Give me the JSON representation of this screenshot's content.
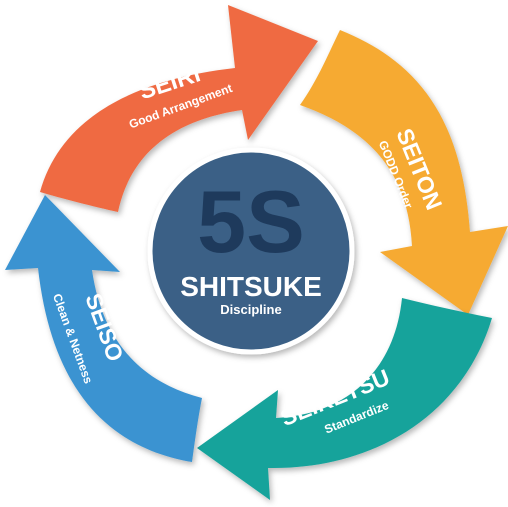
{
  "center": {
    "big_text": "5S",
    "title": "SHITSUKE",
    "subtitle": "Discipline",
    "color": "#3a6186",
    "big_text_color": "#1e3a5c"
  },
  "segments": [
    {
      "id": "seiri",
      "title": "SEIRI",
      "subtitle": "Good Arrangement",
      "color": "#ef6b42"
    },
    {
      "id": "seiton",
      "title": "SEITON",
      "subtitle": "GODD Order",
      "color": "#f6aa32"
    },
    {
      "id": "seiketsu",
      "title": "SEIKETSU",
      "subtitle": "Standardize",
      "color": "#17a39b"
    },
    {
      "id": "seiso",
      "title": "SEISO",
      "subtitle": "Clean & Netness",
      "color": "#3b93d1"
    }
  ]
}
